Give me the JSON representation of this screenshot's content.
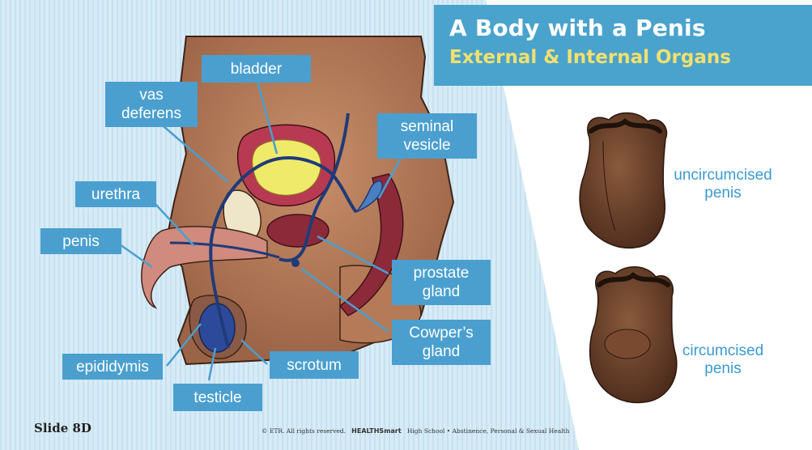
{
  "title": {
    "main": "A Body with a Penis",
    "sub": "External & Internal Organs"
  },
  "labels": {
    "bladder": "bladder",
    "vas_deferens": "vas deferens",
    "seminal_vesicle": "seminal vesicle",
    "urethra": "urethra",
    "penis": "penis",
    "prostate_gland": "prostate gland",
    "cowpers_gland": "Cowper’s gland",
    "epididymis": "epididymis",
    "scrotum": "scrotum",
    "testicle": "testicle"
  },
  "side_labels": {
    "uncircumcised": "uncircumcised penis",
    "circumcised": "circumcised penis"
  },
  "slide_number": "Slide 8D",
  "footer": {
    "copyright": "© ETR. All rights reserved.",
    "brand": "HEALTHSmart",
    "course": "High School • Abstinence, Personal & Sexual Health"
  },
  "colors": {
    "label_box": "#4a9fcf",
    "title_band": "#4aa3cc",
    "title_sub": "#f4e06e",
    "background_stripes": "#cfe6f3",
    "side_label_text": "#3b9ad1"
  }
}
